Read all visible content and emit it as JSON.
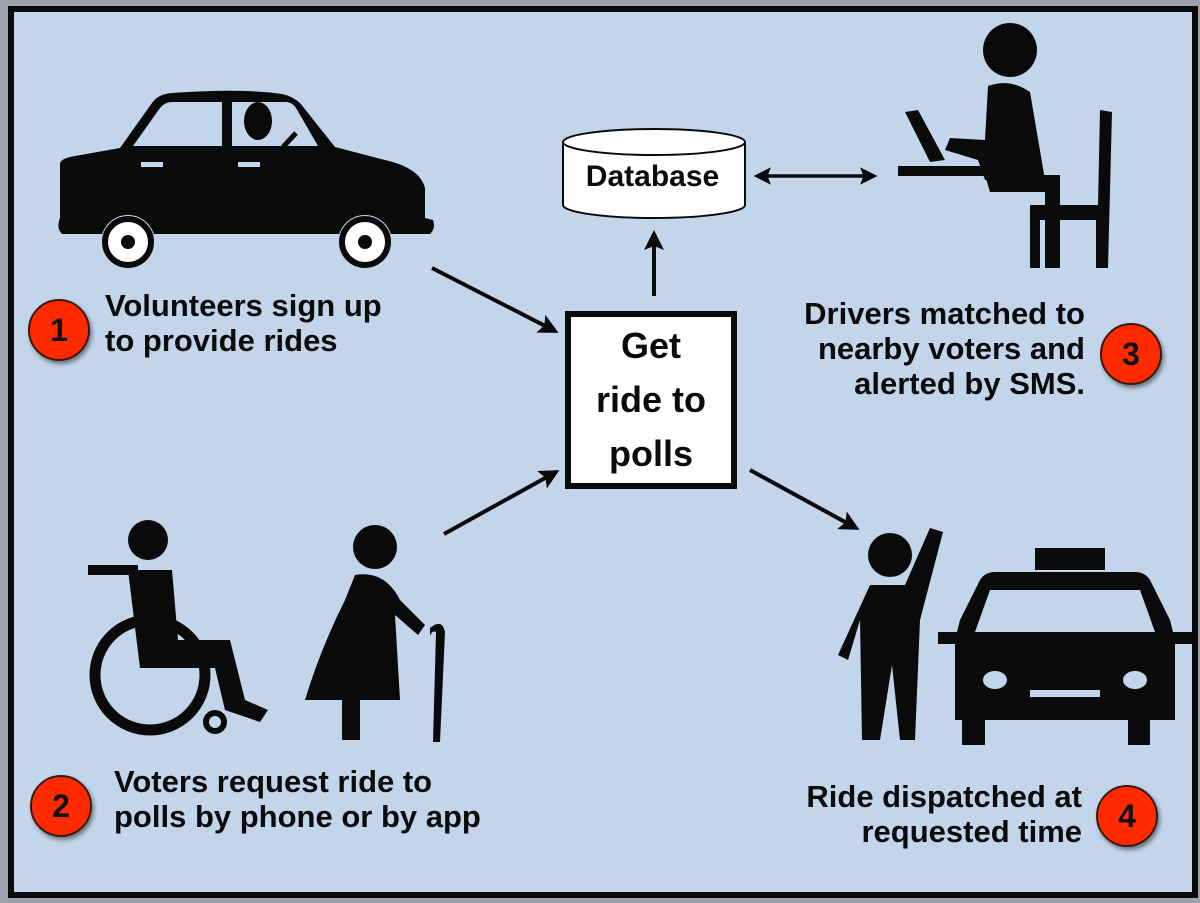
{
  "diagram": {
    "center_node": {
      "lines": [
        "Get",
        "ride to",
        "polls"
      ]
    },
    "database_node": {
      "label": "Database"
    },
    "steps": [
      {
        "number": "1",
        "lines": [
          "Volunteers sign up",
          "to provide rides"
        ],
        "icon": "car-with-driver-icon"
      },
      {
        "number": "2",
        "lines": [
          "Voters request ride to",
          "polls by phone or by app"
        ],
        "icon": "wheelchair-and-elderly-voter-icon"
      },
      {
        "number": "3",
        "lines": [
          "Drivers matched to",
          "nearby voters and",
          "alerted by SMS."
        ],
        "icon": "person-at-laptop-icon"
      },
      {
        "number": "4",
        "lines": [
          "Ride dispatched at",
          "requested time"
        ],
        "icon": "person-hailing-taxi-icon"
      }
    ],
    "edges": [
      {
        "from": "step-1",
        "to": "center",
        "direction": "one-way"
      },
      {
        "from": "step-2",
        "to": "center",
        "direction": "one-way"
      },
      {
        "from": "center",
        "to": "database",
        "direction": "one-way"
      },
      {
        "from": "database",
        "to": "step-3",
        "direction": "two-way"
      },
      {
        "from": "center",
        "to": "step-4",
        "direction": "one-way"
      }
    ],
    "colors": {
      "background": "#c3d5ea",
      "frame": "#0a0a0a",
      "badge": "#ff2a00",
      "node_fill": "#ffffff",
      "ink": "#0b0b0b"
    }
  }
}
